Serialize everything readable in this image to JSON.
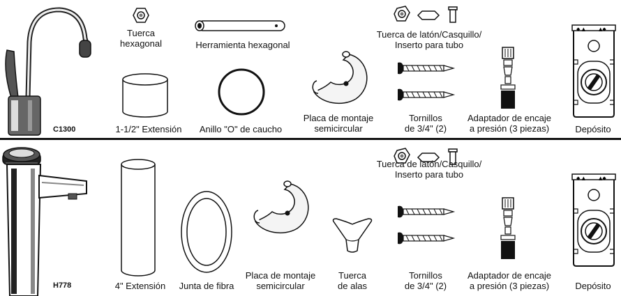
{
  "top": {
    "model": "C1300",
    "labels": {
      "hex_nut": [
        "Tuerca",
        "hexagonal"
      ],
      "hex_tool": "Herramienta hexagonal",
      "brass_nut": [
        "Tuerca de latón/Casquillo/",
        "Inserto para tubo"
      ],
      "extension": "1-1/2\" Extensión",
      "o_ring": "Anillo \"O\" de caucho",
      "mount_plate": [
        "Placa de montaje",
        "semicircular"
      ],
      "screws": [
        "Tornillos",
        "de 3/4\" (2)"
      ],
      "adapter": [
        "Adaptador de encaje",
        "a presión (3 piezas)"
      ],
      "tank": "Depósito"
    }
  },
  "bottom": {
    "model": "H778",
    "labels": {
      "brass_nut": [
        "Tuerca de latón/Casquillo/",
        "Inserto para tubo"
      ],
      "extension": "4\" Extensión",
      "fiber_gasket": "Junta de fibra",
      "mount_plate": [
        "Placa de montaje",
        "semicircular"
      ],
      "wing_nut": [
        "Tuerca",
        "de alas"
      ],
      "screws": [
        "Tornillos",
        "de 3/4\" (2)"
      ],
      "adapter": [
        "Adaptador de encaje",
        "a presión (3 piezas)"
      ],
      "tank": "Depósito"
    }
  }
}
